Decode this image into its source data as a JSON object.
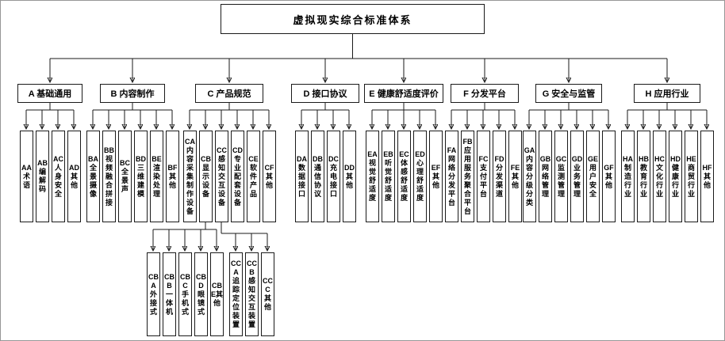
{
  "diagram": {
    "title": "虚拟现实综合标准体系",
    "groups": [
      {
        "code": "A",
        "label": "A 基础通用",
        "children": [
          {
            "label": "AA术语"
          },
          {
            "label": "AB编解码"
          },
          {
            "label": "AC人身安全"
          },
          {
            "label": "AD其他"
          }
        ]
      },
      {
        "code": "B",
        "label": "B 内容制作",
        "children": [
          {
            "label": "BA全景摄像"
          },
          {
            "label": "BB视频融合拼接"
          },
          {
            "label": "BC全景声"
          },
          {
            "label": "BD三维建模"
          },
          {
            "label": "BE渲染处理"
          },
          {
            "label": "BF其他"
          }
        ]
      },
      {
        "code": "C",
        "label": "C 产品规范",
        "children": [
          {
            "label": "CA内容采集制作设备"
          },
          {
            "label": "CB显示设备",
            "sub": [
              {
                "label": "CBA外接式"
              },
              {
                "label": "CBB一体机"
              },
              {
                "label": "CBC手机式"
              },
              {
                "label": "CBD眼镜式"
              },
              {
                "label": "CBE其他"
              }
            ]
          },
          {
            "label": "CC感知交互设备",
            "sub": [
              {
                "label": "CCA追踪定位装置"
              },
              {
                "label": "CCB感知交互装置"
              },
              {
                "label": "CCC其他"
              }
            ]
          },
          {
            "label": "CD专业配套设备"
          },
          {
            "label": "CE软件产品"
          },
          {
            "label": "CF其他"
          }
        ]
      },
      {
        "code": "D",
        "label": "D 接口协议",
        "children": [
          {
            "label": "DA数据接口"
          },
          {
            "label": "DB通信协议"
          },
          {
            "label": "DC充电接口"
          },
          {
            "label": "DD其他"
          }
        ]
      },
      {
        "code": "E",
        "label": "E 健康舒适度评价",
        "children": [
          {
            "label": "EA视觉舒适度"
          },
          {
            "label": "EB听觉舒适度"
          },
          {
            "label": "EC体感舒适度"
          },
          {
            "label": "ED心理舒适度"
          },
          {
            "label": "EF其他"
          }
        ]
      },
      {
        "code": "F",
        "label": "F 分发平台",
        "children": [
          {
            "label": "FA网络分发平台"
          },
          {
            "label": "FB应用服务聚合平台"
          },
          {
            "label": "FC支付平台"
          },
          {
            "label": "FD分发渠道"
          },
          {
            "label": "FE其他"
          }
        ]
      },
      {
        "code": "G",
        "label": "G 安全与监管",
        "children": [
          {
            "label": "GA内容分级分类"
          },
          {
            "label": "GB网络管理"
          },
          {
            "label": "GC监测管理"
          },
          {
            "label": "GD业务管理"
          },
          {
            "label": "GE用户安全"
          },
          {
            "label": "GF其他"
          }
        ]
      },
      {
        "code": "H",
        "label": "H 应用行业",
        "children": [
          {
            "label": "HA制造行业"
          },
          {
            "label": "HB教育行业"
          },
          {
            "label": "HC文化行业"
          },
          {
            "label": "HD健康行业"
          },
          {
            "label": "HE商贸行业"
          },
          {
            "label": "HF其他"
          }
        ]
      }
    ],
    "line_color": "#1a1a1a"
  }
}
